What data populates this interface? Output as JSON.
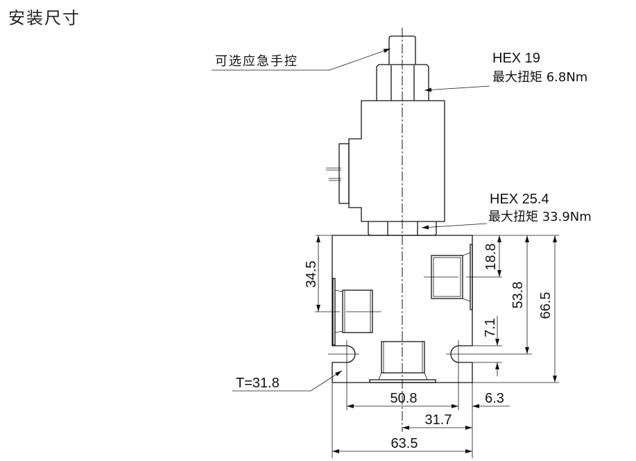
{
  "title": "安装尺寸",
  "labels": {
    "manual_override": "可选应急手控",
    "hex_top": "HEX 19",
    "torque_top": "最大扭矩 6.8Nm",
    "hex_bottom": "HEX 25.4",
    "torque_bottom": "最大扭矩 33.9Nm",
    "thickness": "T=31.8"
  },
  "dimensions": {
    "d34_5": "34.5",
    "d18_8": "18.8",
    "d53_8": "53.8",
    "d66_5": "66.5",
    "d7_1": "7.1",
    "d50_8": "50.8",
    "d6_3": "6.3",
    "d31_7": "31.7",
    "d63_5": "63.5"
  }
}
